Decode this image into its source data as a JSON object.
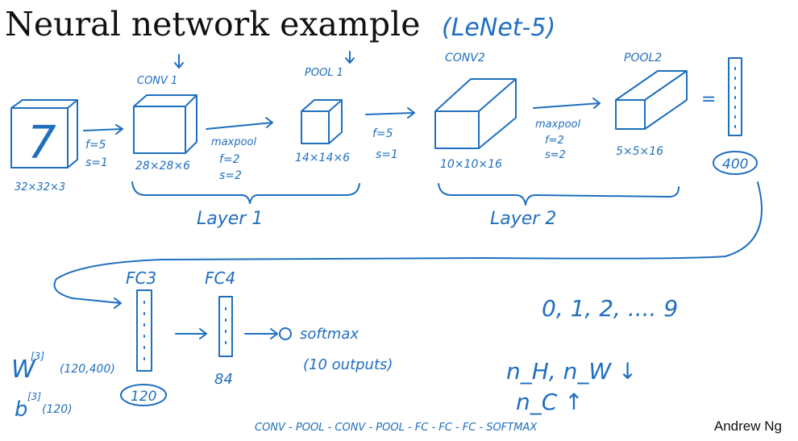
{
  "slide": {
    "title": "Neural network example",
    "subtitle": "(LeNet-5)",
    "author": "Andrew Ng"
  },
  "annotations": {
    "input_digit": "7",
    "input_dims": "32×32×3",
    "conv1_label": "CONV 1",
    "conv1_params_f": "f=5",
    "conv1_params_s": "s=1",
    "conv1_dims": "28×28×6",
    "pool1_label": "POOL 1",
    "pool1_op": "maxpool",
    "pool1_params_f": "f=2",
    "pool1_params_s": "s=2",
    "pool1_dims": "14×14×6",
    "conv2_params_f": "f=5",
    "conv2_params_s": "s=1",
    "conv2_label": "CONV2",
    "conv2_dims": "10×10×16",
    "pool2_op": "maxpool",
    "pool2_params_f": "f=2",
    "pool2_params_s": "s=2",
    "pool2_label": "POOL2",
    "pool2_dims": "5×5×16",
    "equals": "=",
    "flat_size": "400",
    "layer1": "Layer 1",
    "layer2": "Layer 2",
    "fc3_label": "FC3",
    "fc3_size": "120",
    "w3": "W",
    "w3_sup": "[3]",
    "w3_shape": "(120,400)",
    "b3": "b",
    "b3_sup": "[3]",
    "b3_shape": "(120)",
    "fc4_label": "FC4",
    "fc4_size": "84",
    "softmax": "softmax",
    "outputs": "(10 outputs)",
    "classes": "0, 1, 2, .... 9",
    "nh_nw": "n_H, n_W ↓",
    "nc": "n_C ↑",
    "sequence": "CONV - POOL - CONV - POOL - FC - FC - FC - SOFTMAX"
  }
}
